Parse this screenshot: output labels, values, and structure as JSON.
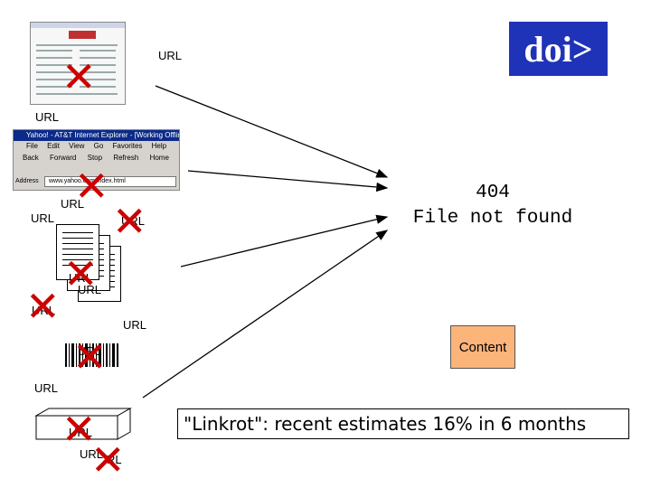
{
  "logo": {
    "text": "doi>"
  },
  "error": {
    "line1": "404",
    "line2": "File not found"
  },
  "content_note": "Content",
  "caption": "\"Linkrot\": recent estimates 16% in 6 months",
  "browser": {
    "title": "Yahoo! - AT&T Internet Explorer - [Working Offline]",
    "menu": [
      "File",
      "Edit",
      "View",
      "Go",
      "Favorites",
      "Help"
    ],
    "buttons": [
      "Back",
      "Forward",
      "Stop",
      "Refresh",
      "Home"
    ],
    "address_label": "Address",
    "address": "www.yahoo.com/index.html"
  },
  "labels": {
    "url_1": "URL",
    "url_2": "URL",
    "url_3": "URL",
    "url_4": "URL",
    "url_5": "URL",
    "url_6": "URL",
    "url_7": "URL",
    "url_8": "URL",
    "url_9": "URL",
    "url_10": "URL",
    "url_11": "URL",
    "url_12": "URL",
    "url_13": "URL"
  },
  "colors": {
    "logo_bg": "#1f33b8",
    "cross": "#cc0000",
    "note_bg": "#fbb47a"
  },
  "icons": [
    "webpage-thumbnail",
    "browser-window",
    "document-stack",
    "barcode",
    "package-box",
    "cross-mark",
    "arrow"
  ]
}
